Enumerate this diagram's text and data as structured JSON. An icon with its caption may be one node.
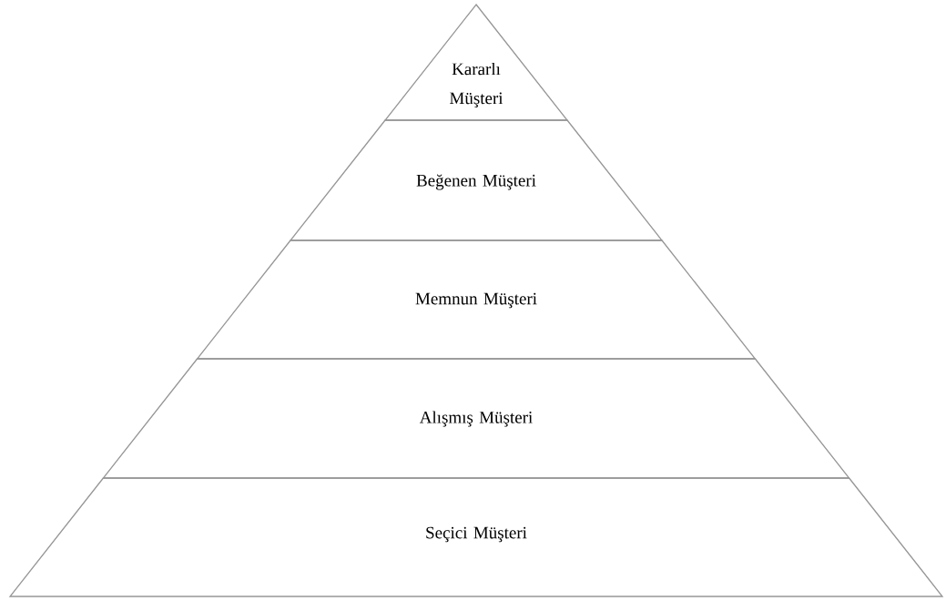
{
  "diagram": {
    "nodes": [
      {
        "text": [
          "Kararlı Müşteri"
        ]
      },
      {
        "text": [
          "Beğenen Müşteri"
        ]
      },
      {
        "text": [
          "Memnun Müşteri"
        ]
      },
      {
        "text": [
          "Alışmış Müşteri"
        ]
      },
      {
        "text": [
          "Seçici Müşteri"
        ]
      }
    ]
  }
}
